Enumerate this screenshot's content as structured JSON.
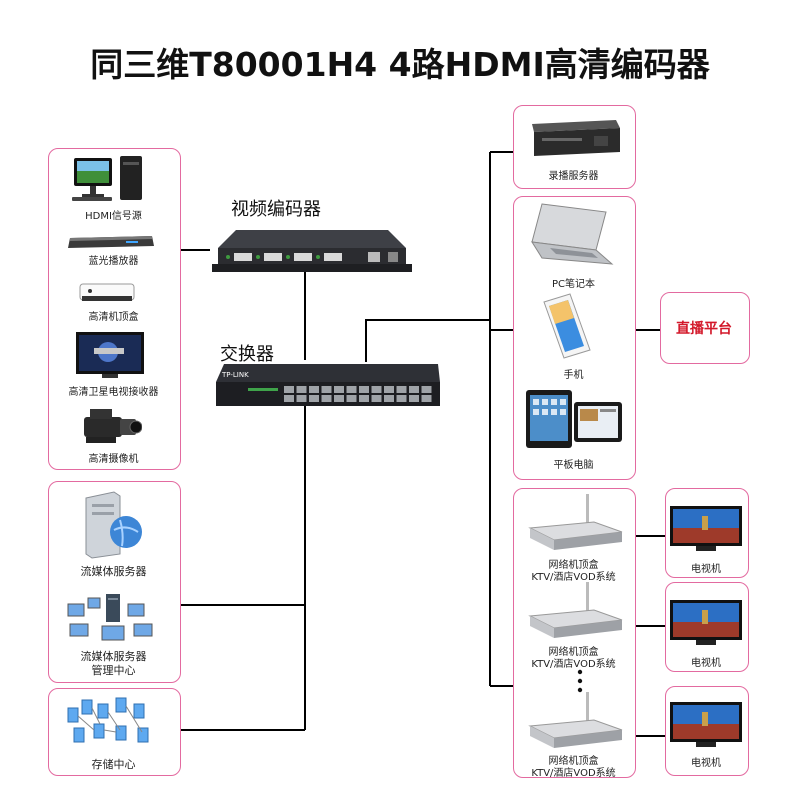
{
  "title": "同三维T80001H4  4路HDMI高清编码器",
  "encoder": {
    "label": "视频编码器"
  },
  "switch": {
    "label": "交换器",
    "brand": "TP-LINK"
  },
  "left_sources": [
    {
      "label": "HDMI信号源",
      "icon": "desktop-pc-icon"
    },
    {
      "label": "蓝光播放器",
      "icon": "bluray-player-icon"
    },
    {
      "label": "高清机顶盒",
      "icon": "set-top-box-icon"
    },
    {
      "label": "高清卫星电视接收器",
      "icon": "satellite-tv-icon"
    },
    {
      "label": "高清摄像机",
      "icon": "camcorder-icon"
    }
  ],
  "left_servers": [
    {
      "label": "流媒体服务器",
      "icon": "streaming-server-icon"
    },
    {
      "label_line1": "流媒体服务器",
      "label_line2": "管理中心",
      "icon": "management-center-icon"
    }
  ],
  "storage": {
    "label": "存储中心",
    "icon": "storage-network-icon"
  },
  "recorder": {
    "label": "录播服务器",
    "icon": "rack-server-icon"
  },
  "clients": [
    {
      "label": "PC笔记本",
      "icon": "laptop-icon"
    },
    {
      "label": "手机",
      "icon": "phone-icon"
    },
    {
      "label": "平板电脑",
      "icon": "tablet-icon"
    }
  ],
  "live_platform": {
    "label": "直播平台"
  },
  "stb_rows": [
    {
      "line1": "网络机顶盒",
      "line2": "KTV/酒店VOD系统",
      "tv": "电视机"
    },
    {
      "line1": "网络机顶盒",
      "line2": "KTV/酒店VOD系统",
      "tv": "电视机"
    },
    {
      "line1": "网络机顶盒",
      "line2": "KTV/酒店VOD系统",
      "tv": "电视机"
    }
  ]
}
